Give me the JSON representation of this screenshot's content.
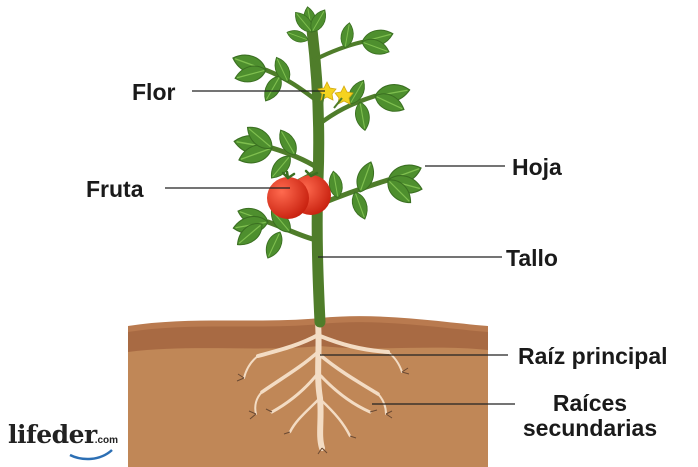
{
  "labels": {
    "flor": "Flor",
    "fruta": "Fruta",
    "hoja": "Hoja",
    "tallo": "Tallo",
    "raiz_principal": "Raíz principal",
    "raices_line1": "Raíces",
    "raices_line2": "secundarias"
  },
  "logo": {
    "name": "lifeder",
    "suffix": ".com"
  },
  "colors": {
    "soil_top": "#b97a4f",
    "soil": "#c08757",
    "soil_dark": "#a86a43",
    "stem": "#4f7d2a",
    "leaf": "#4e8f2e",
    "leaf_light": "#79b548",
    "fruit": "#e0311f",
    "flower": "#f5d31f",
    "root": "#f3dcc4",
    "leader_line": "#222222",
    "logo_swoosh": "#2c6fb4"
  }
}
